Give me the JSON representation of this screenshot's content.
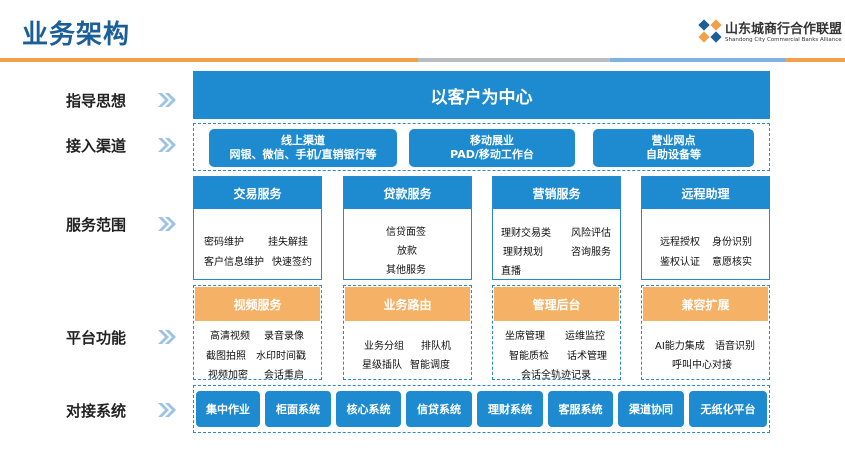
{
  "page": {
    "title": "业务架构"
  },
  "logo": {
    "name_cn": "山东城商行合作联盟",
    "name_en": "Shandong City Commercial Banks Alliance"
  },
  "rows": {
    "guiding": {
      "label": "指导思想",
      "content": "以客户为中心"
    },
    "channels": {
      "label": "接入渠道",
      "items": [
        {
          "line1": "线上渠道",
          "line2": "网银、微信、手机/直销银行等"
        },
        {
          "line1": "移动展业",
          "line2": "PAD/移动工作台"
        },
        {
          "line1": "营业网点",
          "line2": "自助设备等"
        }
      ]
    },
    "services": {
      "label": "服务范围",
      "groups": [
        {
          "title": "交易服务",
          "lines": [
            "密码维护",
            "挂失解挂",
            "客户信息维护",
            "快速签约"
          ]
        },
        {
          "title": "贷款服务",
          "lines": [
            "信贷面签",
            "放款",
            "其他服务"
          ]
        },
        {
          "title": "营销服务",
          "lines": [
            "理财交易类",
            "风险评估",
            "理财规划",
            "咨询服务",
            "直播"
          ]
        },
        {
          "title": "远程助理",
          "lines": [
            "远程授权",
            "身份识别",
            "鉴权认证",
            "意愿核实"
          ]
        }
      ]
    },
    "platform": {
      "label": "平台功能",
      "groups": [
        {
          "title": "视频服务",
          "lines": [
            "高清视频",
            "录音录像",
            "截图拍照",
            "水印时间戳",
            "视频加密",
            "会话重启"
          ]
        },
        {
          "title": "业务路由",
          "lines": [
            "业务分组",
            "排队机",
            "星级插队",
            "智能调度"
          ]
        },
        {
          "title": "管理后台",
          "lines": [
            "坐席管理",
            "运维监控",
            "智能质检",
            "话术管理",
            "会话全轨迹记录"
          ]
        },
        {
          "title": "兼容扩展",
          "lines": [
            "AI能力集成",
            "语音识别",
            "呼叫中心对接"
          ]
        }
      ]
    },
    "systems": {
      "label": "对接系统",
      "items": [
        "集中作业",
        "柜面系统",
        "核心系统",
        "信贷系统",
        "理财系统",
        "客服系统",
        "渠道协同",
        "无纸化平台"
      ]
    }
  },
  "colors": {
    "primary_blue": "#1e8bd0",
    "title_blue": "#1b5f99",
    "orange": "#f5b266",
    "chevron": "#9cc3e6"
  },
  "icons": {
    "row_arrow": "double-chevron-right-icon",
    "logo_mark": "alliance-logo-icon"
  }
}
